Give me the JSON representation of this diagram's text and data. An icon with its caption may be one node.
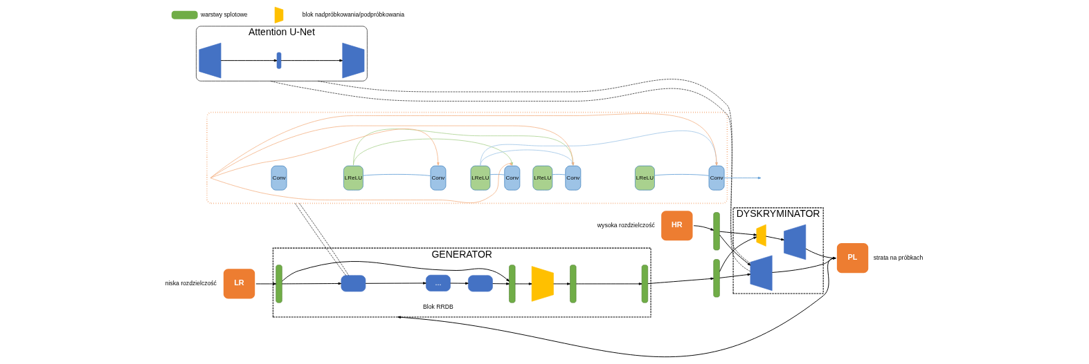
{
  "diagram": {
    "nodes": [
      {
        "text": [
          "GENERATOR"
        ]
      },
      {
        "text": [
          "DYSKRYMINATOR"
        ]
      },
      {
        "text": [
          "LR"
        ],
        "beside": [
          "niska rozdzielczość"
        ]
      },
      {
        "text": [
          "HR"
        ],
        "beside": [
          "wysoka rozdzielczość"
        ]
      },
      {
        "text": [
          "PL"
        ],
        "beside": [
          "strata na próbkach"
        ]
      },
      {
        "text": [],
        "shape": "bar",
        "in": 0
      },
      {
        "text": [],
        "shape": "box",
        "in": 0
      },
      {
        "text": [
          "..."
        ],
        "in": 0,
        "beside": [
          "Blok RRDB"
        ]
      },
      {
        "text": [],
        "shape": "box",
        "in": 0
      },
      {
        "text": [],
        "shape": "bar",
        "in": 0
      },
      {
        "text": [],
        "shape": "trapezoid",
        "in": 0
      },
      {
        "text": [],
        "shape": "bar",
        "in": 0
      },
      {
        "text": [],
        "shape": "bar",
        "in": 0
      },
      {
        "text": [],
        "shape": "bar"
      },
      {
        "text": [],
        "shape": "bar"
      },
      {
        "text": [],
        "shape": "trapezoid",
        "in": 1
      },
      {
        "text": [],
        "shape": "trapezoid",
        "in": 1
      },
      {
        "text": [],
        "shape": "trapezoid",
        "in": 1
      },
      {
        "text": [
          "Attention U-Net"
        ]
      },
      {
        "text": [],
        "shape": "trapezoid",
        "in": 18
      },
      {
        "text": [],
        "shape": "bar",
        "in": 18
      },
      {
        "text": [],
        "shape": "trapezoid",
        "in": 18
      },
      {
        "text": [],
        "shape": "box"
      },
      {
        "text": [
          "Conv"
        ],
        "in": 22
      },
      {
        "text": [
          "LReLU"
        ],
        "in": 22
      },
      {
        "text": [
          "Conv"
        ],
        "in": 22
      },
      {
        "text": [
          "LReLU"
        ],
        "in": 22
      },
      {
        "text": [
          "Conv"
        ],
        "in": 22
      },
      {
        "text": [
          "LReLU"
        ],
        "in": 22
      },
      {
        "text": [
          "Conv"
        ],
        "in": 22
      },
      {
        "text": [
          "LReLU"
        ],
        "in": 22
      },
      {
        "text": [
          "Conv"
        ],
        "in": 22
      }
    ],
    "edges": [
      {
        "from": 2,
        "to": 5,
        "arrow": "to"
      },
      {
        "from": 5,
        "to": 6,
        "arrow": "to"
      },
      {
        "from": 6,
        "to": 7,
        "arrow": "to"
      },
      {
        "from": 7,
        "to": 8,
        "arrow": "to"
      },
      {
        "from": 8,
        "to": 9,
        "arrow": "to"
      },
      {
        "from": 5,
        "to": 9,
        "arrow": "to"
      },
      {
        "from": 9,
        "to": 10,
        "arrow": "to"
      },
      {
        "from": 10,
        "to": 11,
        "arrow": "to"
      },
      {
        "from": 11,
        "to": 12,
        "arrow": "to"
      },
      {
        "from": 12,
        "to": 14,
        "arrow": "to"
      },
      {
        "from": 3,
        "to": 13,
        "arrow": "to"
      },
      {
        "from": 13,
        "to": 15,
        "arrow": "to"
      },
      {
        "from": 13,
        "to": 16,
        "arrow": "to"
      },
      {
        "from": 14,
        "to": 15,
        "arrow": "to"
      },
      {
        "from": 14,
        "to": 16,
        "arrow": "to"
      },
      {
        "from": 16,
        "to": 17,
        "arrow": "to"
      },
      {
        "from": 15,
        "to": 4,
        "arrow": "to"
      },
      {
        "from": 17,
        "to": 4,
        "arrow": "to"
      },
      {
        "from": 4,
        "to": 0,
        "arrow": "to"
      },
      {
        "from": 19,
        "to": 20,
        "arrow": "to"
      },
      {
        "from": 20,
        "to": 21,
        "arrow": "to"
      },
      {
        "from": 15,
        "to": 18,
        "arrow": "none",
        "style": "dashed"
      },
      {
        "from": 15,
        "to": 18,
        "arrow": "none",
        "style": "dashed"
      },
      {
        "from": 22,
        "to": 6,
        "arrow": "none",
        "style": "dashed"
      },
      {
        "from": 22,
        "to": 6,
        "arrow": "none",
        "style": "dashed"
      },
      {
        "from": 24,
        "to": 25,
        "arrow": "none",
        "color": "#5b9bd5"
      },
      {
        "from": 26,
        "to": 27,
        "arrow": "none",
        "color": "#5b9bd5"
      },
      {
        "from": 28,
        "to": 29,
        "arrow": "none",
        "color": "#5b9bd5"
      },
      {
        "from": 30,
        "to": 31,
        "arrow": "none",
        "color": "#5b9bd5"
      },
      {
        "from": 31,
        "to": null,
        "arrow": "to",
        "color": "#5b9bd5"
      },
      {
        "from": 22,
        "to": 25,
        "arrow": "to",
        "color": "#f4b183"
      },
      {
        "from": 22,
        "to": 27,
        "arrow": "to",
        "color": "#f4b183"
      },
      {
        "from": 22,
        "to": 29,
        "arrow": "to",
        "color": "#f4b183"
      },
      {
        "from": 22,
        "to": 31,
        "arrow": "to",
        "color": "#f4b183"
      },
      {
        "from": 24,
        "to": 27,
        "arrow": "to",
        "color": "#a9d18e"
      },
      {
        "from": 24,
        "to": 29,
        "arrow": "to",
        "color": "#a9d18e"
      },
      {
        "from": 26,
        "to": 29,
        "arrow": "to",
        "color": "#9dc3e6"
      },
      {
        "from": 26,
        "to": 31,
        "arrow": "to",
        "color": "#9dc3e6"
      }
    ],
    "legend": [
      {
        "text": "warstwy splotowe",
        "color": "#70ad47"
      },
      {
        "text": "blok nadpróbkowania/podpróbkowania"
      }
    ]
  }
}
